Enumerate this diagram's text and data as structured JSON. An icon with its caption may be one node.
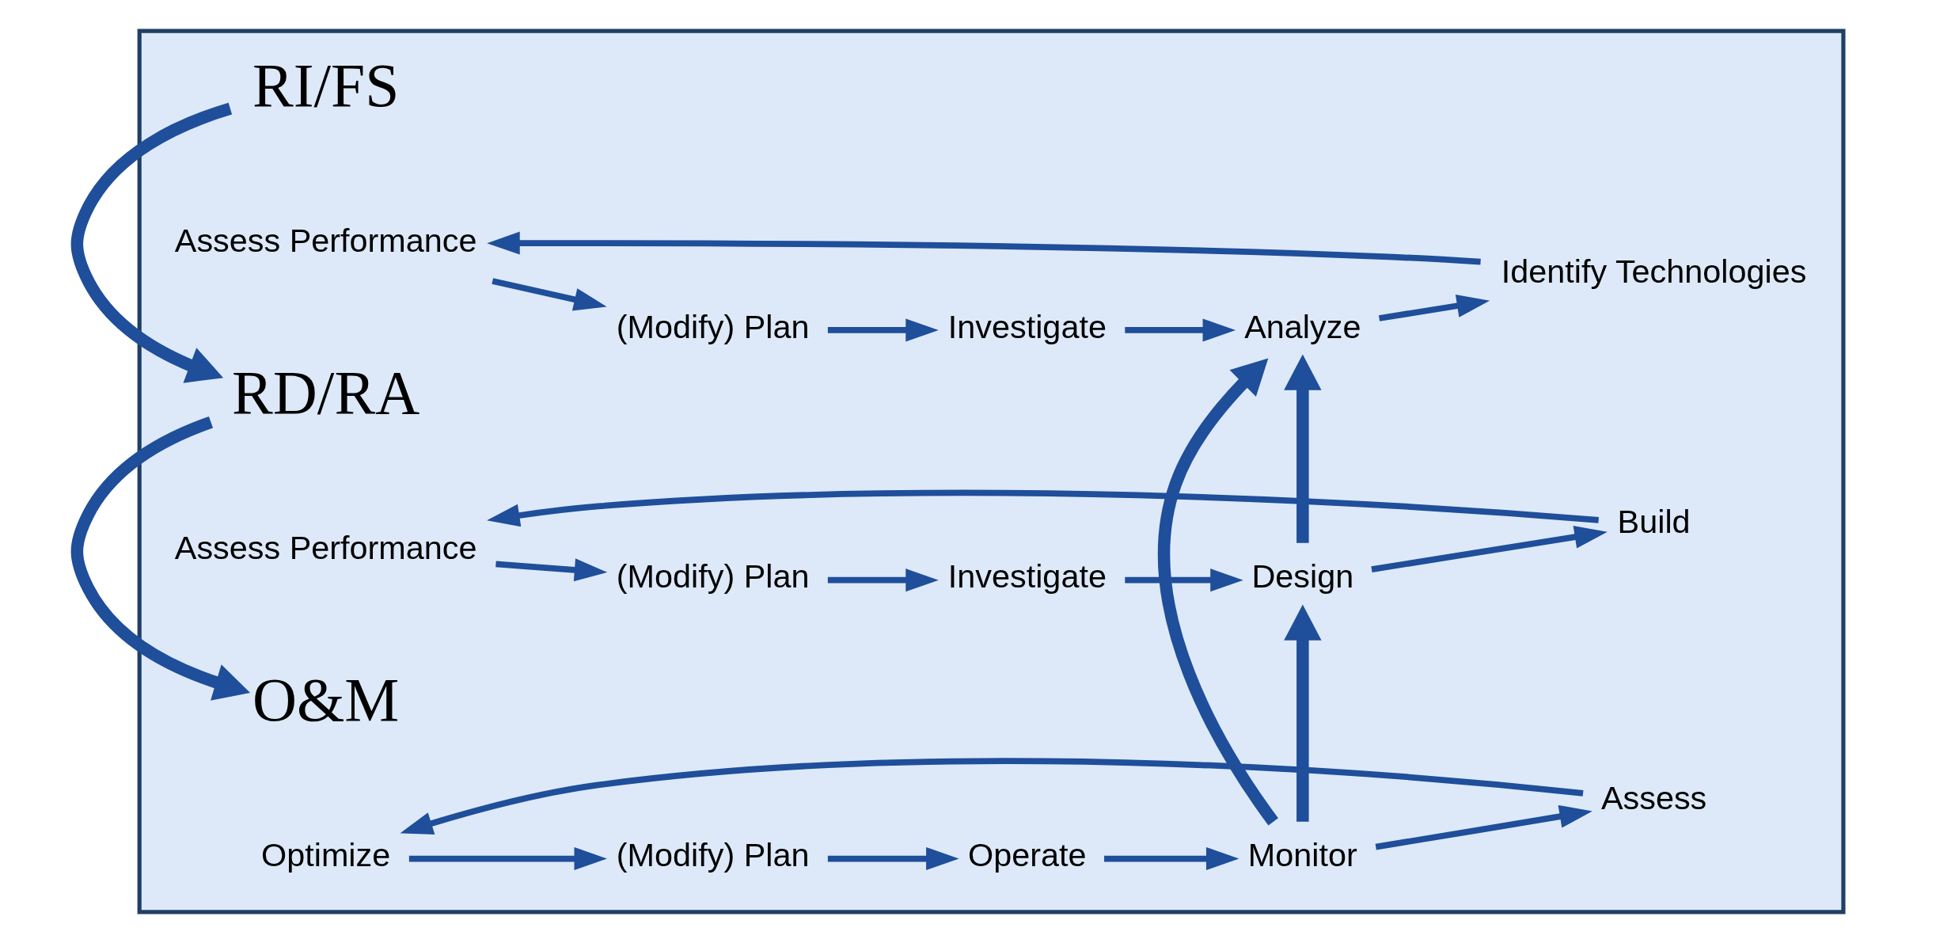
{
  "diagram": {
    "nodes": [
      {
        "text": [],
        "shape": "arrow"
      },
      {
        "text": [
          "RI/FS"
        ],
        "in": 0
      },
      {
        "text": [
          "Assess Performance"
        ],
        "in": 0
      },
      {
        "text": [
          "(Modify) Plan"
        ],
        "in": 0
      },
      {
        "text": [
          "Investigate"
        ],
        "in": 0
      },
      {
        "text": [
          "Analyze"
        ],
        "in": 0
      },
      {
        "text": [
          "Identify Technologies"
        ],
        "in": 0
      },
      {
        "text": [
          "RD/RA"
        ],
        "in": 0
      },
      {
        "text": [
          "Assess Performance"
        ],
        "in": 0
      },
      {
        "text": [
          "(Modify) Plan"
        ],
        "in": 0
      },
      {
        "text": [
          "Investigate"
        ],
        "in": 0
      },
      {
        "text": [
          "Design"
        ],
        "in": 0
      },
      {
        "text": [
          "Build"
        ],
        "in": 0
      },
      {
        "text": [
          "O&M"
        ],
        "in": 0
      },
      {
        "text": [
          "Optimize"
        ],
        "in": 0
      },
      {
        "text": [
          "(Modify) Plan"
        ],
        "in": 0
      },
      {
        "text": [
          "Operate"
        ],
        "in": 0
      },
      {
        "text": [
          "Monitor"
        ],
        "in": 0
      },
      {
        "text": [
          "Assess"
        ],
        "in": 0
      }
    ],
    "edges": [
      {
        "from": 2,
        "to": 3,
        "arrow": "to"
      },
      {
        "from": 3,
        "to": 4,
        "arrow": "to"
      },
      {
        "from": 4,
        "to": 5,
        "arrow": "to"
      },
      {
        "from": 5,
        "to": 6,
        "arrow": "to"
      },
      {
        "from": 6,
        "to": 2,
        "arrow": "to"
      },
      {
        "from": 8,
        "to": 9,
        "arrow": "to"
      },
      {
        "from": 9,
        "to": 10,
        "arrow": "to"
      },
      {
        "from": 10,
        "to": 11,
        "arrow": "to"
      },
      {
        "from": 11,
        "to": 12,
        "arrow": "to"
      },
      {
        "from": 12,
        "to": 8,
        "arrow": "to"
      },
      {
        "from": 14,
        "to": 15,
        "arrow": "to"
      },
      {
        "from": 15,
        "to": 16,
        "arrow": "to"
      },
      {
        "from": 16,
        "to": 17,
        "arrow": "to"
      },
      {
        "from": 17,
        "to": 18,
        "arrow": "to"
      },
      {
        "from": 18,
        "to": 14,
        "arrow": "to"
      },
      {
        "from": 1,
        "to": 7,
        "arrow": "to",
        "style": "thick"
      },
      {
        "from": 7,
        "to": 13,
        "arrow": "to",
        "style": "thick"
      },
      {
        "from": 11,
        "to": 5,
        "arrow": "to",
        "style": "thick"
      },
      {
        "from": 17,
        "to": 11,
        "arrow": "to",
        "style": "thick"
      },
      {
        "from": 17,
        "to": 5,
        "arrow": "to",
        "style": "thick"
      }
    ]
  }
}
